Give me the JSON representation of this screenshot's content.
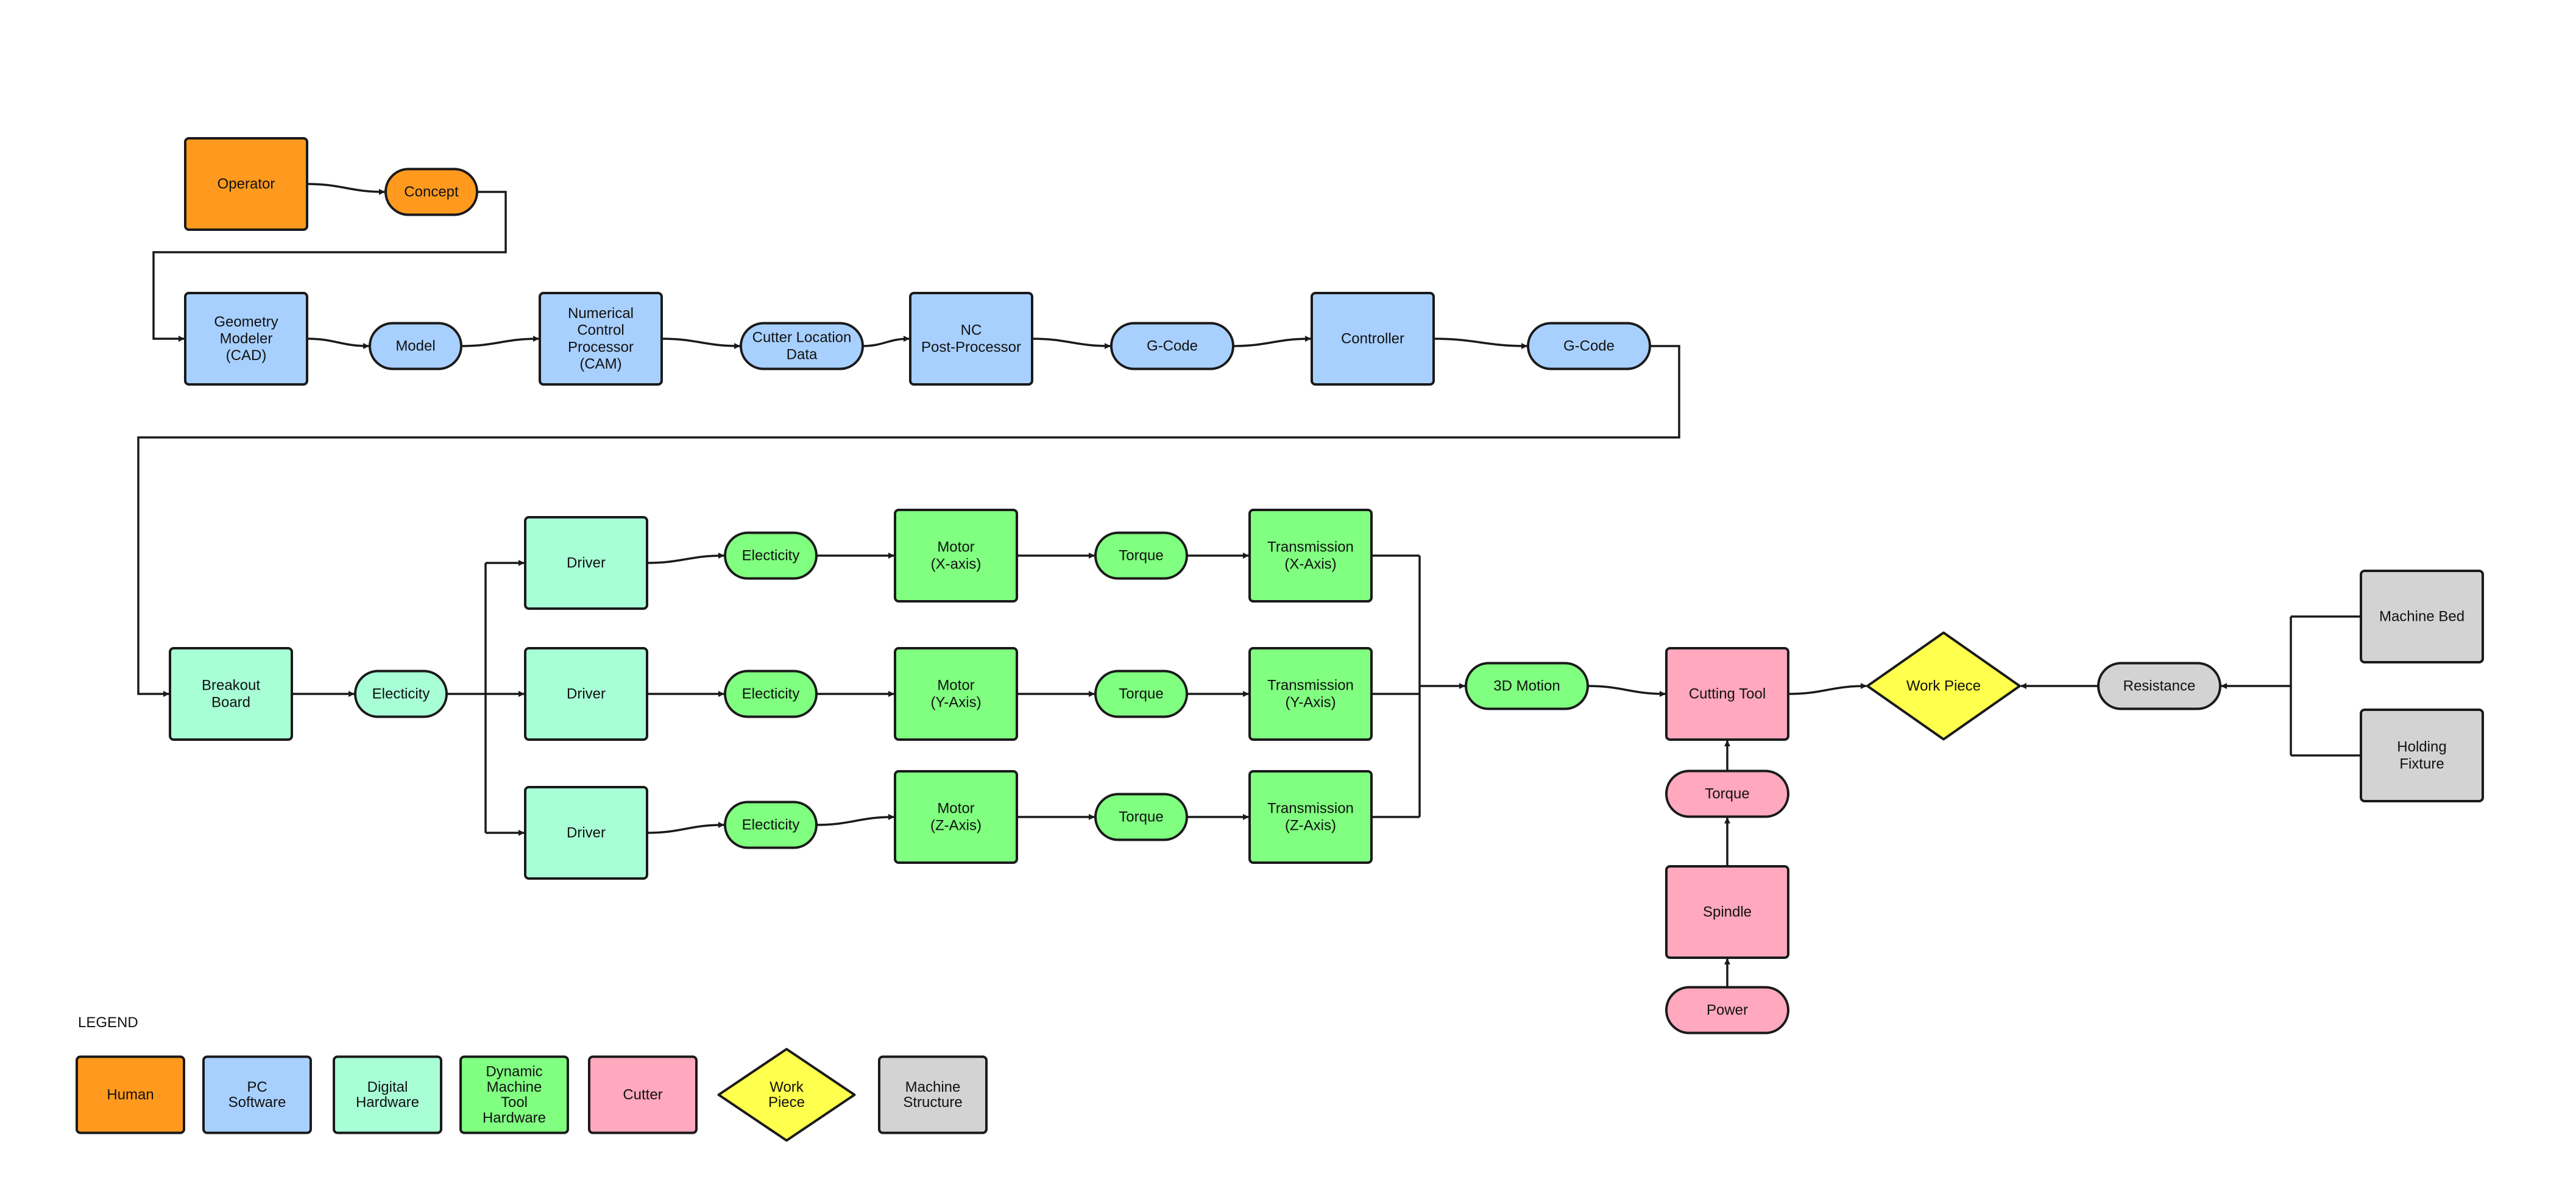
{
  "colors": {
    "human": "#ff9a1f",
    "pc_software": "#a8d0ff",
    "digital_hardware": "#a8ffd6",
    "dynamic_hardware": "#80ff80",
    "cutter": "#ffa8be",
    "work_piece": "#ffff4d",
    "machine_structure": "#d3d3d3"
  },
  "nodes": {
    "operator": [
      "Operator"
    ],
    "concept": [
      "Concept"
    ],
    "cad": [
      "Geometry",
      "Modeler",
      "(CAD)"
    ],
    "model": [
      "Model"
    ],
    "cam": [
      "Numerical",
      "Control",
      "Processor",
      "(CAM)"
    ],
    "cutter_location": [
      "Cutter Location",
      "Data"
    ],
    "post_processor": [
      "NC",
      "Post-Processor"
    ],
    "gcode_1": [
      "G-Code"
    ],
    "controller": [
      "Controller"
    ],
    "gcode_2": [
      "G-Code"
    ],
    "breakout_board": [
      "Breakout",
      "Board"
    ],
    "electicity_main": [
      "Electicity"
    ],
    "driver_x": [
      "Driver"
    ],
    "driver_y": [
      "Driver"
    ],
    "driver_z": [
      "Driver"
    ],
    "electicity_x": [
      "Electicity"
    ],
    "electicity_y": [
      "Electicity"
    ],
    "electicity_z": [
      "Electicity"
    ],
    "motor_x": [
      "Motor",
      "(X-axis)"
    ],
    "motor_y": [
      "Motor",
      "(Y-Axis)"
    ],
    "motor_z": [
      "Motor",
      "(Z-Axis)"
    ],
    "torque_x": [
      "Torque"
    ],
    "torque_y": [
      "Torque"
    ],
    "torque_z": [
      "Torque"
    ],
    "transmission_x": [
      "Transmission",
      "(X-Axis)"
    ],
    "transmission_y": [
      "Transmission",
      "(Y-Axis)"
    ],
    "transmission_z": [
      "Transmission",
      "(Z-Axis)"
    ],
    "motion_3d": [
      "3D Motion"
    ],
    "cutting_tool": [
      "Cutting Tool"
    ],
    "torque_spindle": [
      "Torque"
    ],
    "spindle": [
      "Spindle"
    ],
    "power": [
      "Power"
    ],
    "work_piece": [
      "Work Piece"
    ],
    "resistance": [
      "Resistance"
    ],
    "machine_bed": [
      "Machine Bed"
    ],
    "holding_fixture": [
      "Holding",
      "Fixture"
    ]
  },
  "legend": {
    "title": "LEGEND",
    "items": {
      "human": [
        "Human"
      ],
      "pc_software": [
        "PC",
        "Software"
      ],
      "digital_hardware": [
        "Digital",
        "Hardware"
      ],
      "dynamic_hardware": [
        "Dynamic",
        "Machine",
        "Tool",
        "Hardware"
      ],
      "cutter": [
        "Cutter"
      ],
      "work_piece": [
        "Work",
        "Piece"
      ],
      "machine_structure": [
        "Machine",
        "Structure"
      ]
    }
  }
}
